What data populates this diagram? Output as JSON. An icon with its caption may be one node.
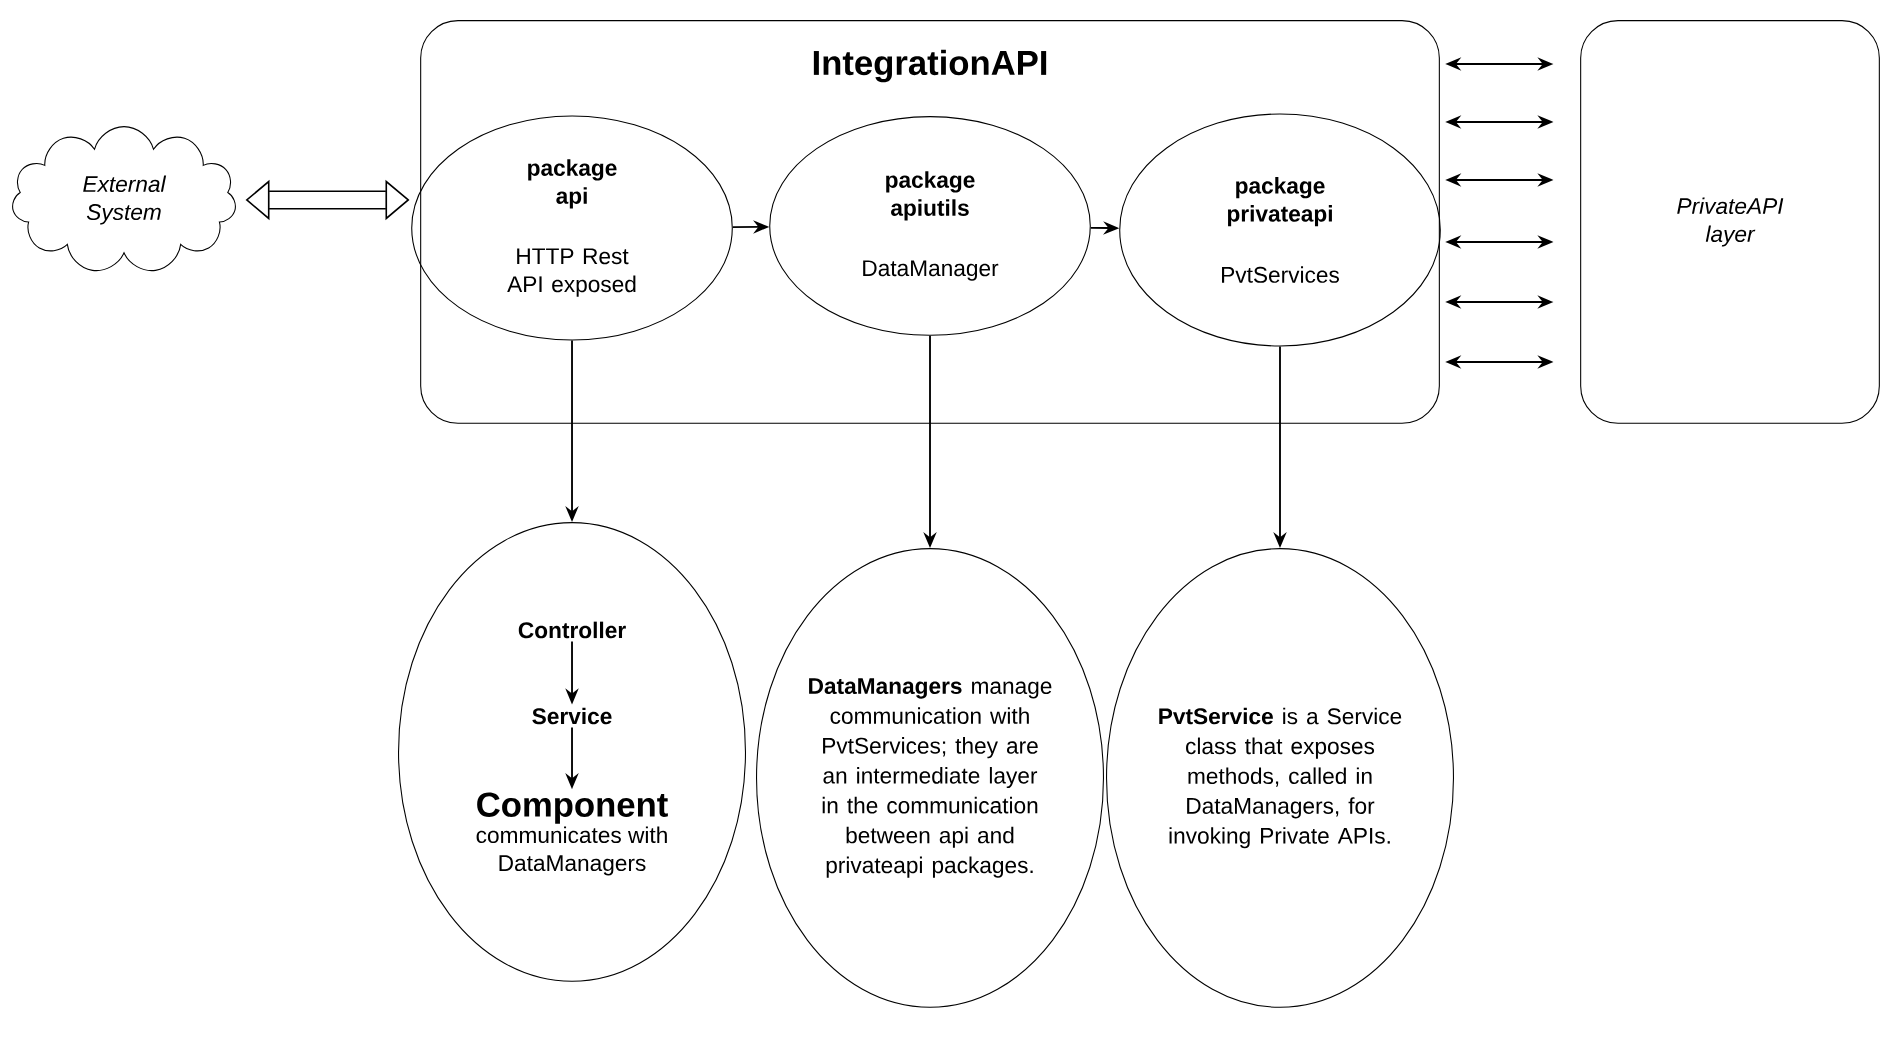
{
  "diagram": {
    "nodes": [
      {
        "text": [
          "External System"
        ]
      },
      {
        "text": [
          "IntegrationAPI"
        ]
      },
      {
        "text": [
          "package api",
          "HTTP Rest API exposed"
        ],
        "in": 1
      },
      {
        "text": [
          "package apiutils",
          "DataManager"
        ],
        "in": 1
      },
      {
        "text": [
          "package privateapi",
          "PvtServices"
        ],
        "in": 1
      },
      {
        "text": [
          "PrivateAPI layer"
        ]
      },
      {
        "text": [],
        "shape": "ellipse"
      },
      {
        "text": [
          "Controller"
        ],
        "in": 6
      },
      {
        "text": [
          "Service"
        ],
        "in": 6
      },
      {
        "text": [
          "Component",
          "communicates with DataManagers"
        ],
        "in": 6
      },
      {
        "text": [
          "**DataManagers** manage communication with PvtServices; they are an intermediate layer in the communication between api and privateapi packages."
        ]
      },
      {
        "text": [
          "**PvtService** is a Service class that exposes methods, called in DataManagers, for invoking Private APIs."
        ]
      }
    ],
    "edges": [
      {
        "from": 0,
        "to": 1,
        "arrow": "both",
        "style": "thick"
      },
      {
        "from": 2,
        "to": 3,
        "arrow": "to"
      },
      {
        "from": 3,
        "to": 4,
        "arrow": "to"
      },
      {
        "from": 1,
        "to": 5,
        "arrow": "both"
      },
      {
        "from": 1,
        "to": 5,
        "arrow": "both"
      },
      {
        "from": 1,
        "to": 5,
        "arrow": "both"
      },
      {
        "from": 1,
        "to": 5,
        "arrow": "both"
      },
      {
        "from": 1,
        "to": 5,
        "arrow": "both"
      },
      {
        "from": 1,
        "to": 5,
        "arrow": "both"
      },
      {
        "from": 2,
        "to": 6,
        "arrow": "to"
      },
      {
        "from": 3,
        "to": 10,
        "arrow": "to"
      },
      {
        "from": 4,
        "to": 11,
        "arrow": "to"
      },
      {
        "from": 7,
        "to": 8,
        "arrow": "to"
      },
      {
        "from": 8,
        "to": 9,
        "arrow": "to"
      }
    ]
  }
}
